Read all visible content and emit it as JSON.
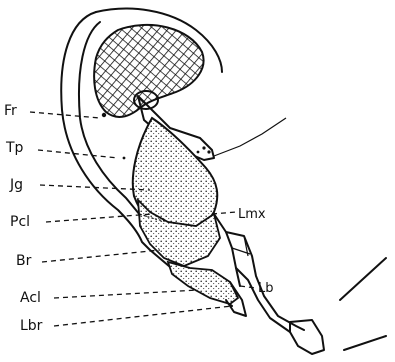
{
  "labels": {
    "left": [
      "Fr",
      "Tp",
      "Jg",
      "Pcl",
      "Br",
      "Acl",
      "Lbr"
    ],
    "right": [
      "Lmx",
      "Lb"
    ]
  }
}
